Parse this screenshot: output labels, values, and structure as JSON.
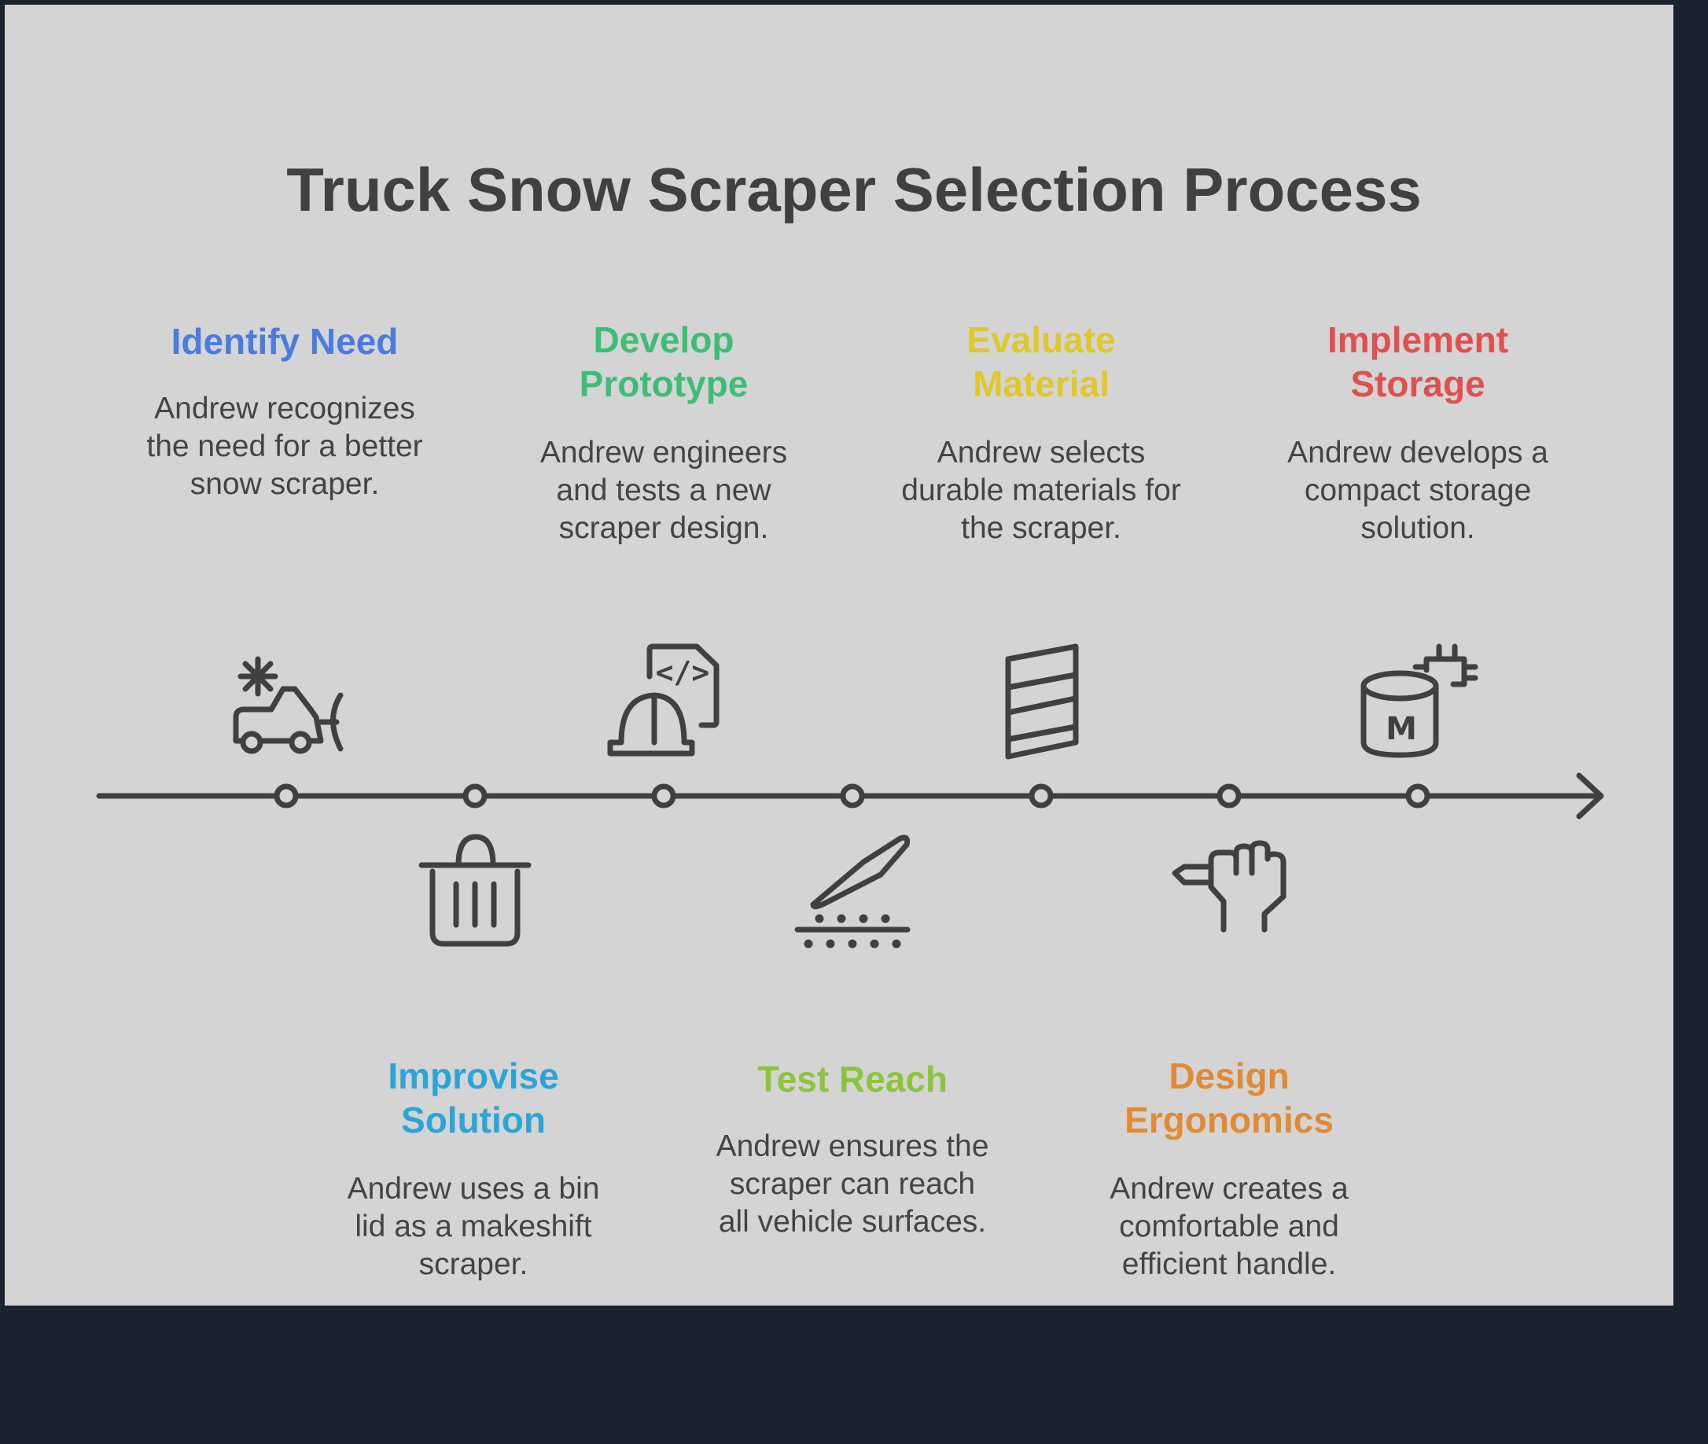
{
  "title": "Truck Snow Scraper Selection Process",
  "colors": {
    "background": "#d4d4d4",
    "footer": "#1a2230",
    "line": "#404040",
    "text": "#444444"
  },
  "steps": [
    {
      "label": "Identify Need",
      "description": "Andrew recognizes the need for a better snow scraper.",
      "color": "#4a7ce0",
      "icon": "truck-snowflake-icon"
    },
    {
      "label": "Improvise Solution",
      "description": "Andrew uses a bin lid as a makeshift scraper.",
      "color": "#2aa5d8",
      "icon": "trash-bin-icon"
    },
    {
      "label": "Develop Prototype",
      "description": "Andrew engineers and tests a new scraper design.",
      "color": "#3dbd76",
      "icon": "engineer-code-icon"
    },
    {
      "label": "Test Reach",
      "description": "Andrew ensures the scraper can reach all vehicle surfaces.",
      "color": "#8cc43c",
      "icon": "scraper-blade-icon"
    },
    {
      "label": "Evaluate Material",
      "description": "Andrew selects durable materials for the scraper.",
      "color": "#e0c82a",
      "icon": "material-stack-icon"
    },
    {
      "label": "Design Ergonomics",
      "description": "Andrew creates a comfortable and efficient handle.",
      "color": "#e08a34",
      "icon": "hand-grip-icon"
    },
    {
      "label": "Implement Storage",
      "description": "Andrew develops a compact storage solution.",
      "color": "#e05050",
      "icon": "storage-cylinder-icon"
    }
  ],
  "icon_texts": {
    "code": "</>",
    "storage": "M"
  }
}
